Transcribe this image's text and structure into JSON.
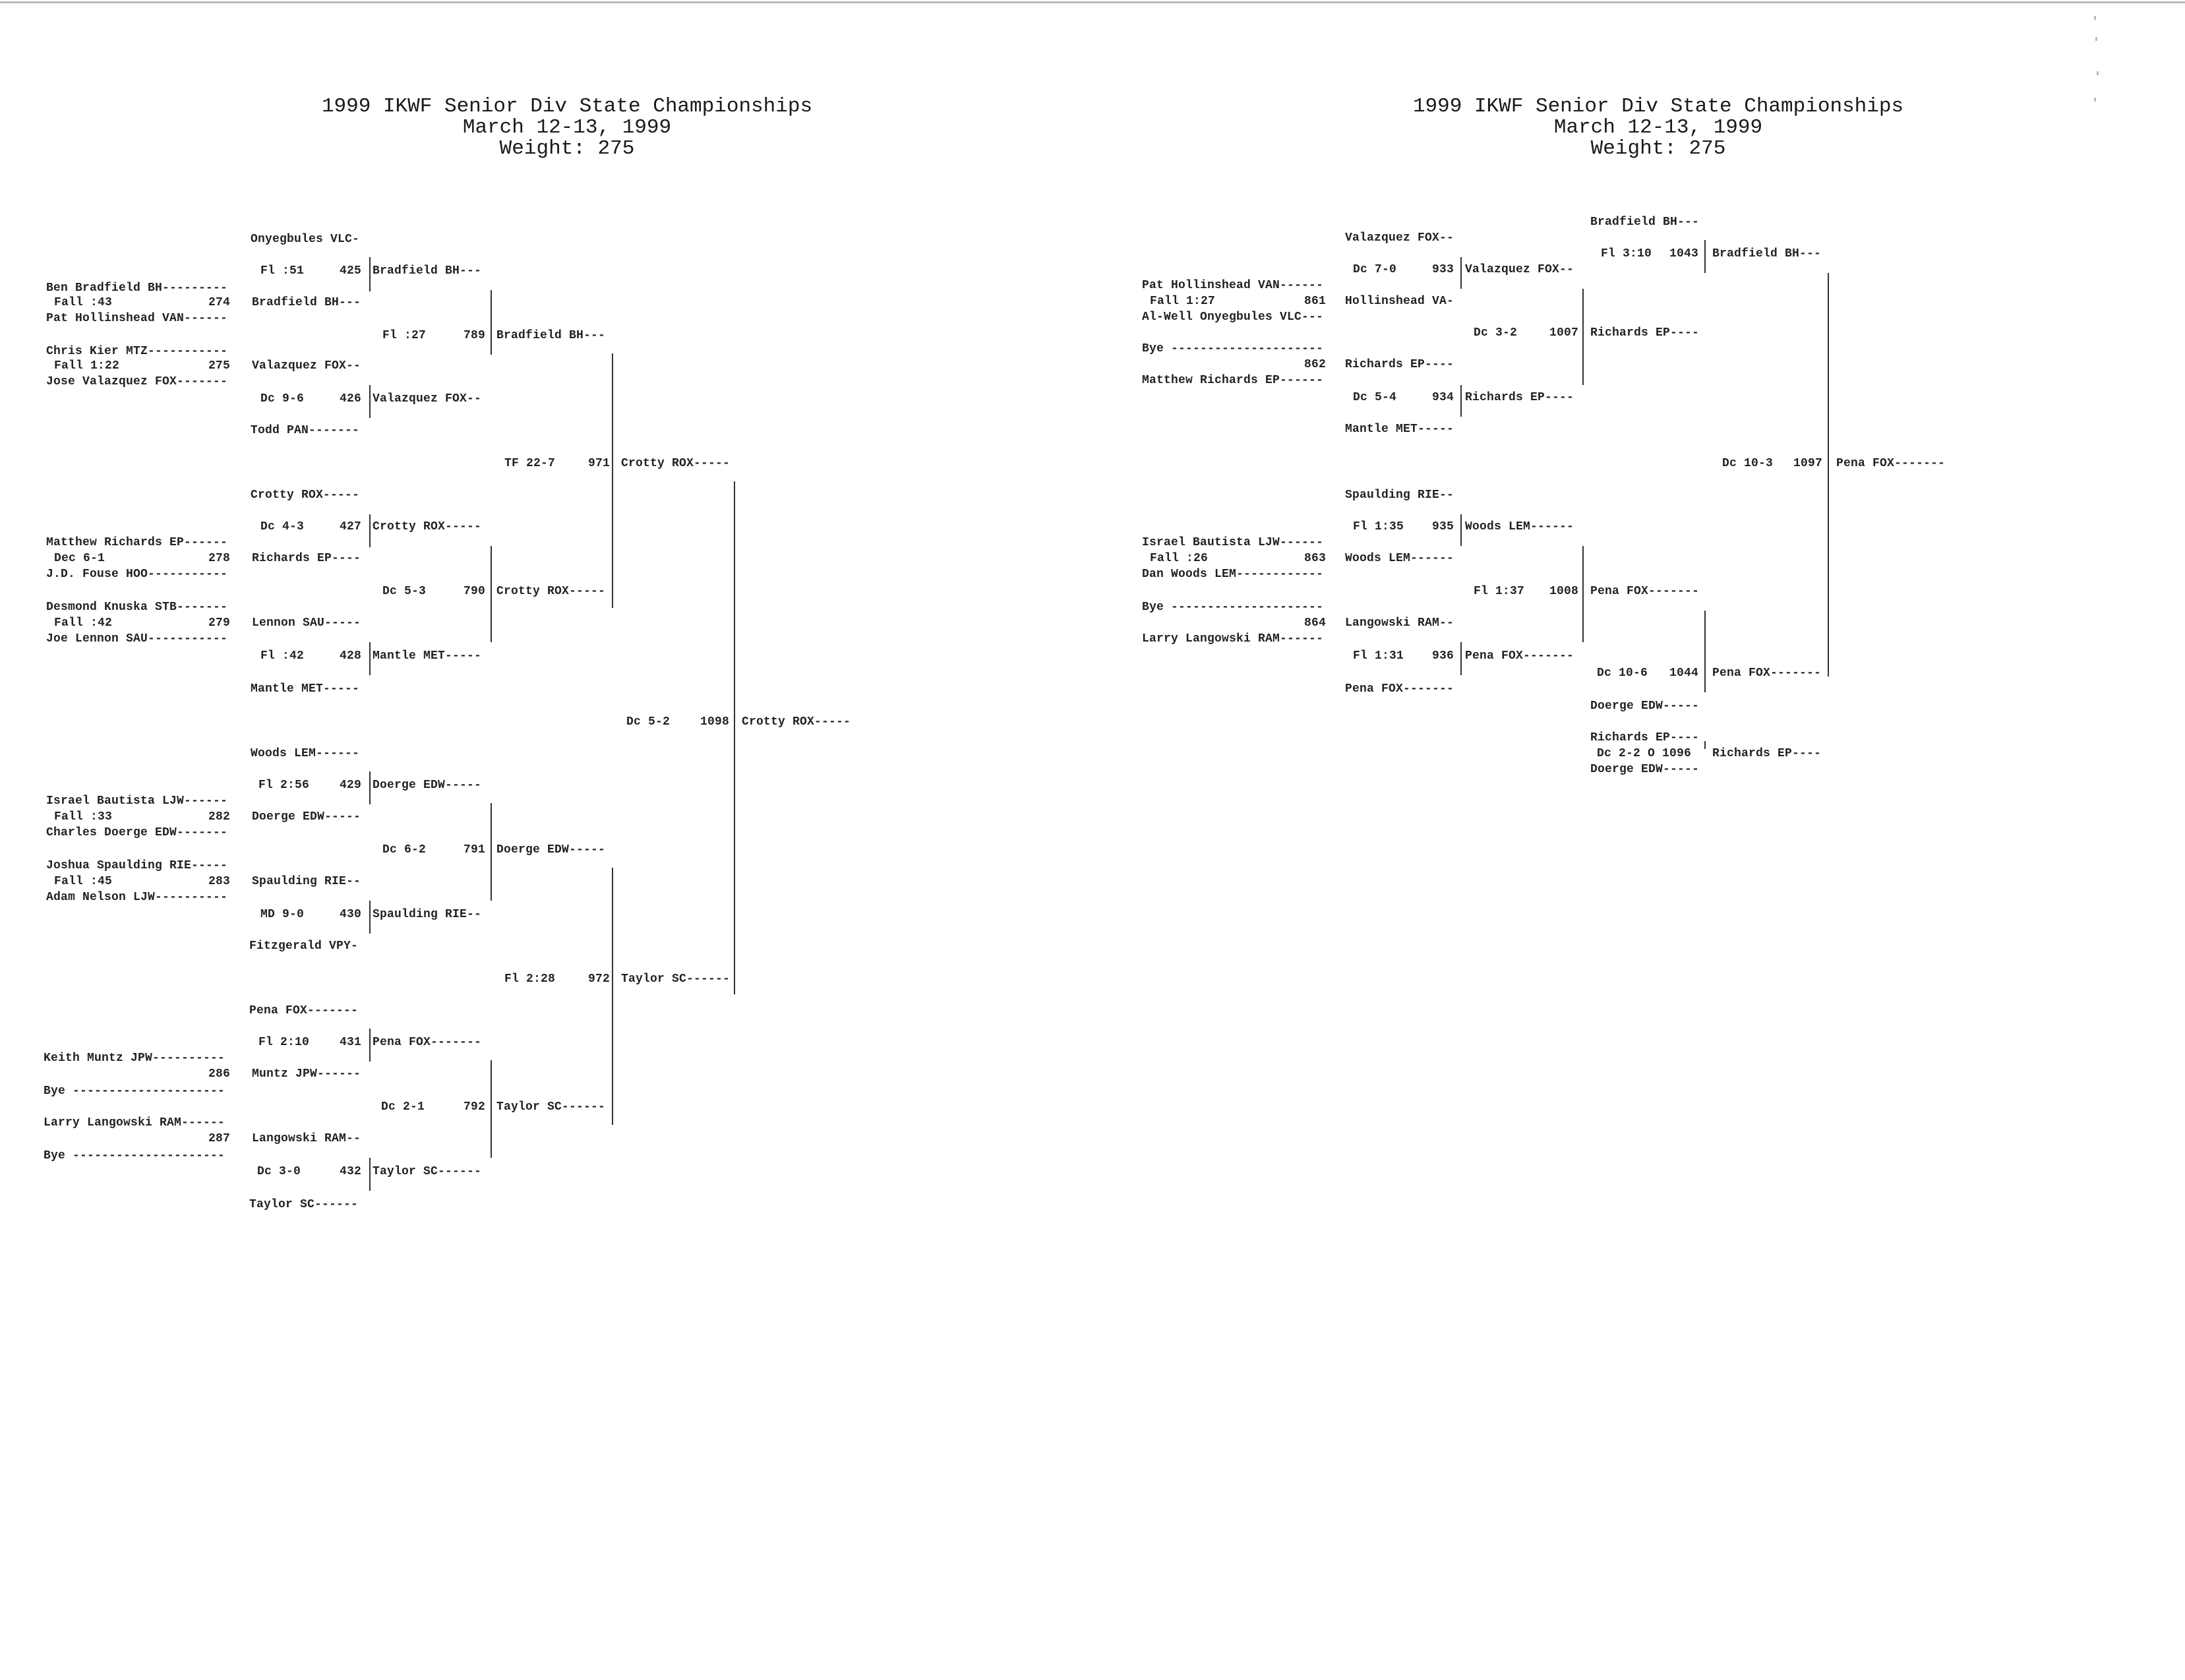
{
  "header": {
    "line1": "1999 IKWF Senior Div State Championships",
    "line2": "March 12-13, 1999",
    "line3": "Weight: 275"
  },
  "left": [
    [
      "Onyegbules VLC-",
      380,
      368
    ],
    [
      "Fl :51",
      395,
      416
    ],
    [
      "425",
      515,
      416
    ],
    [
      "Bradfield BH---",
      565,
      416
    ],
    [
      "Ben Bradfield BH---------",
      70,
      442
    ],
    [
      "Fall :43",
      82,
      464
    ],
    [
      "274",
      316,
      464
    ],
    [
      "Bradfield BH---",
      382,
      464
    ],
    [
      "Pat Hollinshead VAN------",
      70,
      488
    ],
    [
      "Fl :27",
      580,
      514
    ],
    [
      "789",
      703,
      514
    ],
    [
      "Bradfield BH---",
      753,
      514
    ],
    [
      "Chris Kier MTZ-----------",
      70,
      538
    ],
    [
      "Fall 1:22",
      82,
      560
    ],
    [
      "275",
      316,
      560
    ],
    [
      "Valazquez FOX--",
      382,
      560
    ],
    [
      "Jose Valazquez FOX-------",
      70,
      584
    ],
    [
      "Dc 9-6",
      395,
      610
    ],
    [
      "426",
      515,
      610
    ],
    [
      "Valazquez FOX--",
      565,
      610
    ],
    [
      "Todd PAN-------",
      380,
      658
    ],
    [
      "TF 22-7",
      765,
      708
    ],
    [
      "971",
      892,
      708
    ],
    [
      "Crotty ROX-----",
      942,
      708
    ],
    [
      "Crotty ROX-----",
      380,
      756
    ],
    [
      "Dc 4-3",
      395,
      804
    ],
    [
      "427",
      515,
      804
    ],
    [
      "Crotty ROX-----",
      565,
      804
    ],
    [
      "Matthew Richards EP------",
      70,
      828
    ],
    [
      "Dec 6-1",
      82,
      852
    ],
    [
      "278",
      316,
      852
    ],
    [
      "Richards EP----",
      382,
      852
    ],
    [
      "J.D. Fouse HOO-----------",
      70,
      876
    ],
    [
      "Dc 5-3",
      580,
      902
    ],
    [
      "790",
      703,
      902
    ],
    [
      "Crotty ROX-----",
      753,
      902
    ],
    [
      "Desmond Knuska STB-------",
      70,
      926
    ],
    [
      "Fall :42",
      82,
      950
    ],
    [
      "279",
      316,
      950
    ],
    [
      "Lennon SAU-----",
      382,
      950
    ],
    [
      "Joe Lennon SAU-----------",
      70,
      974
    ],
    [
      "Fl :42",
      395,
      1000
    ],
    [
      "428",
      515,
      1000
    ],
    [
      "Mantle MET-----",
      565,
      1000
    ],
    [
      "Mantle MET-----",
      380,
      1050
    ],
    [
      "Dc 5-2",
      950,
      1100
    ],
    [
      "1098",
      1062,
      1100
    ],
    [
      "Crotty ROX-----",
      1125,
      1100
    ],
    [
      "Woods LEM------",
      380,
      1148
    ],
    [
      "Fl 2:56",
      392,
      1196
    ],
    [
      "429",
      515,
      1196
    ],
    [
      "Doerge EDW-----",
      565,
      1196
    ],
    [
      "Israel Bautista LJW------",
      70,
      1220
    ],
    [
      "Fall :33",
      82,
      1244
    ],
    [
      "282",
      316,
      1244
    ],
    [
      "Doerge EDW-----",
      382,
      1244
    ],
    [
      "Charles Doerge EDW-------",
      70,
      1268
    ],
    [
      "Dc 6-2",
      580,
      1294
    ],
    [
      "791",
      703,
      1294
    ],
    [
      "Doerge EDW-----",
      753,
      1294
    ],
    [
      "Joshua Spaulding RIE-----",
      70,
      1318
    ],
    [
      "Fall :45",
      82,
      1342
    ],
    [
      "283",
      316,
      1342
    ],
    [
      "Spaulding RIE--",
      382,
      1342
    ],
    [
      "Adam Nelson LJW----------",
      70,
      1366
    ],
    [
      "MD 9-0",
      395,
      1392
    ],
    [
      "430",
      515,
      1392
    ],
    [
      "Spaulding RIE--",
      565,
      1392
    ],
    [
      "Fitzgerald VPY-",
      378,
      1440
    ],
    [
      "Fl 2:28",
      765,
      1490
    ],
    [
      "972",
      892,
      1490
    ],
    [
      "Taylor SC------",
      942,
      1490
    ],
    [
      "Pena FOX-------",
      378,
      1538
    ],
    [
      "Fl 2:10",
      392,
      1586
    ],
    [
      "431",
      515,
      1586
    ],
    [
      "Pena FOX-------",
      565,
      1586
    ],
    [
      "Keith Muntz JPW----------",
      66,
      1610
    ],
    [
      "286",
      316,
      1634
    ],
    [
      "Muntz JPW------",
      382,
      1634
    ],
    [
      "Bye ---------------------",
      66,
      1660
    ],
    [
      "Dc 2-1",
      578,
      1684
    ],
    [
      "792",
      703,
      1684
    ],
    [
      "Taylor SC------",
      753,
      1684
    ],
    [
      "Larry Langowski RAM------",
      66,
      1708
    ],
    [
      "287",
      316,
      1732
    ],
    [
      "Langowski RAM--",
      382,
      1732
    ],
    [
      "Bye ---------------------",
      66,
      1758
    ],
    [
      "Dc 3-0",
      390,
      1782
    ],
    [
      "432",
      515,
      1782
    ],
    [
      "Taylor SC------",
      565,
      1782
    ],
    [
      "Taylor SC------",
      378,
      1832
    ]
  ],
  "right": [
    [
      "Bradfield BH---",
      2412,
      342
    ],
    [
      "Valazquez FOX--",
      2040,
      366
    ],
    [
      "Fl 3:10",
      2428,
      390
    ],
    [
      "1043",
      2532,
      390
    ],
    [
      "Bradfield BH---",
      2597,
      390
    ],
    [
      "Dc 7-0",
      2052,
      414
    ],
    [
      "933",
      2172,
      414
    ],
    [
      "Valazquez FOX--",
      2222,
      414
    ],
    [
      "Pat Hollinshead VAN------",
      1732,
      438
    ],
    [
      "Fall 1:27",
      1744,
      462
    ],
    [
      "861",
      1978,
      462
    ],
    [
      "Hollinshead VA-",
      2040,
      462
    ],
    [
      "Al-Well Onyegbules VLC---",
      1732,
      486
    ],
    [
      "Dc 3-2",
      2235,
      510
    ],
    [
      "1007",
      2350,
      510
    ],
    [
      "Richards EP----",
      2412,
      510
    ],
    [
      "Bye ---------------------",
      1732,
      534
    ],
    [
      "862",
      1978,
      558
    ],
    [
      "Richards EP----",
      2040,
      558
    ],
    [
      "Matthew Richards EP------",
      1732,
      582
    ],
    [
      "Dc 5-4",
      2052,
      608
    ],
    [
      "934",
      2172,
      608
    ],
    [
      "Richards EP----",
      2222,
      608
    ],
    [
      "Mantle MET-----",
      2040,
      656
    ],
    [
      "Dc 10-3",
      2612,
      708
    ],
    [
      "1097",
      2720,
      708
    ],
    [
      "Pena FOX-------",
      2785,
      708
    ],
    [
      "Spaulding RIE--",
      2040,
      756
    ],
    [
      "Fl 1:35",
      2052,
      804
    ],
    [
      "935",
      2172,
      804
    ],
    [
      "Woods LEM------",
      2222,
      804
    ],
    [
      "Israel Bautista LJW------",
      1732,
      828
    ],
    [
      "Fall :26",
      1744,
      852
    ],
    [
      "863",
      1978,
      852
    ],
    [
      "Woods LEM------",
      2040,
      852
    ],
    [
      "Dan Woods LEM------------",
      1732,
      876
    ],
    [
      "Fl 1:37",
      2235,
      902
    ],
    [
      "1008",
      2350,
      902
    ],
    [
      "Pena FOX-------",
      2412,
      902
    ],
    [
      "Bye ---------------------",
      1732,
      926
    ],
    [
      "864",
      1978,
      950
    ],
    [
      "Langowski RAM--",
      2040,
      950
    ],
    [
      "Larry Langowski RAM------",
      1732,
      974
    ],
    [
      "Fl 1:31",
      2052,
      1000
    ],
    [
      "936",
      2172,
      1000
    ],
    [
      "Pena FOX-------",
      2222,
      1000
    ],
    [
      "Dc 10-6",
      2422,
      1026
    ],
    [
      "1044",
      2532,
      1026
    ],
    [
      "Pena FOX-------",
      2597,
      1026
    ],
    [
      "Pena FOX-------",
      2040,
      1050
    ],
    [
      "Doerge EDW-----",
      2412,
      1076
    ],
    [
      "Richards EP----",
      2412,
      1124
    ],
    [
      "Dc 2-2 O 1096",
      2422,
      1148
    ],
    [
      "Richards EP----",
      2597,
      1148
    ],
    [
      "Doerge EDW-----",
      2412,
      1172
    ]
  ]
}
